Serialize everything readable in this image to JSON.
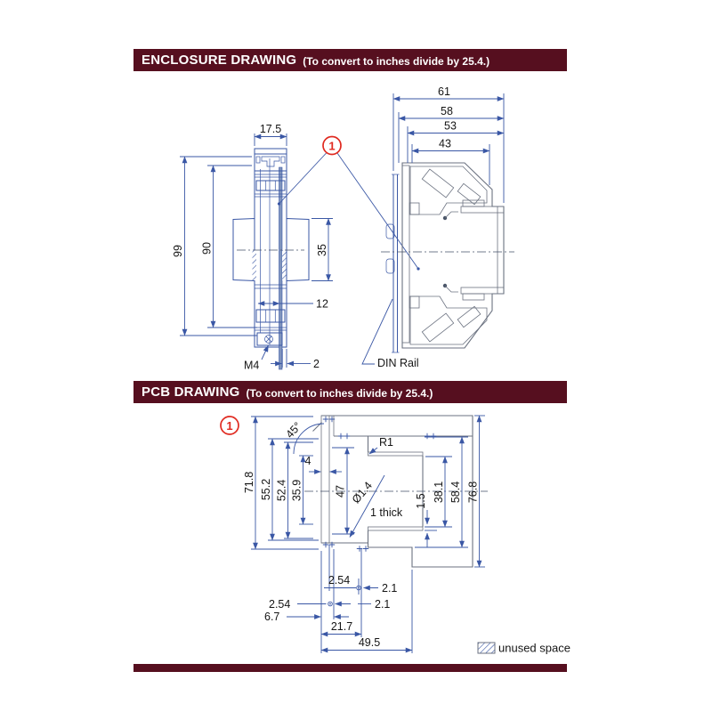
{
  "colors": {
    "header_bg": "#560f1f",
    "dimension_blue": "#3a57a5",
    "callout_red": "#e02a20",
    "outline_gray": "#6b7280"
  },
  "enclosure": {
    "header": {
      "title": "ENCLOSURE DRAWING",
      "note": "(To convert to inches divide by 25.4.)"
    },
    "callout": "1",
    "front": {
      "width": "17.5",
      "height_total": "99",
      "height_inner": "90",
      "rail_height": "35",
      "width_inner": "12",
      "screw_label": "M4",
      "pcb_offset": "2"
    },
    "side": {
      "depth_total": "61",
      "depth_2": "58",
      "depth_3": "53",
      "depth_4": "43"
    },
    "din_rail_label": "DIN Rail"
  },
  "pcb": {
    "header": {
      "title": "PCB DRAWING",
      "note": "(To convert to inches divide by 25.4.)"
    },
    "callout": "1",
    "dims": {
      "overall_left": "71.8",
      "d55": "55.2",
      "d52": "52.4",
      "d35": "35.9",
      "chamfer": "45°",
      "fillet": "R1",
      "strip_width": "4",
      "strip_height": "47",
      "hole_dia": "Ø1.4",
      "thickness_note": "1 thick",
      "d15": "1.5",
      "d38": "38.1",
      "d58": "58.4",
      "overall_right": "76.8",
      "pitch_top": "2.54",
      "offset_top": "2.1",
      "pitch_bottom": "2.54",
      "offset_bottom": "2.1",
      "d67": "6.7",
      "d217": "21.7",
      "overall_width": "49.5"
    }
  },
  "legend": {
    "label": "unused space"
  }
}
